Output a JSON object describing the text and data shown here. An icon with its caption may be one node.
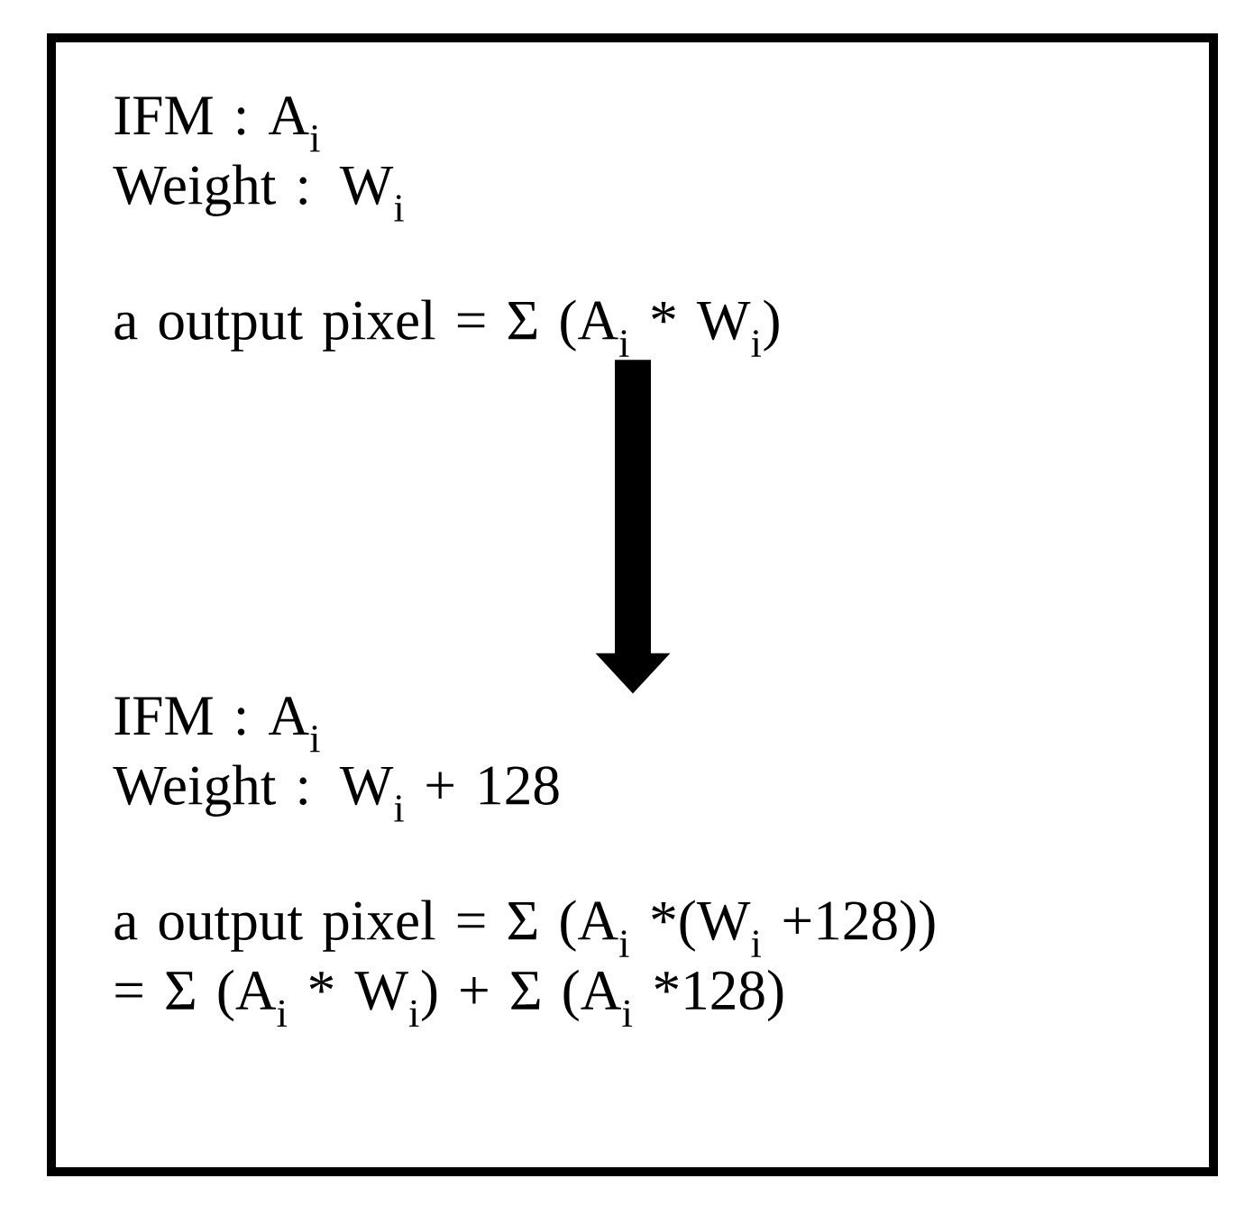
{
  "diagram": {
    "nodes": [
      {
        "text": [],
        "shape": "box"
      },
      {
        "text": [
          "IFM : A$_{i}$",
          "Weight : W$_{i}$",
          "a output pixel = Σ (A$_{i}$ * W$_{i}$)"
        ],
        "in": 0
      },
      {
        "text": [
          "IFM : A$_{i}$",
          "Weight : W$_{i}$ + 128",
          "a output pixel = Σ (A$_{i}$ *(W$_{i}$ +128)) = Σ (A$_{i}$ * W$_{i}$) + Σ (A$_{i}$ *128)"
        ],
        "in": 0
      }
    ],
    "edges": [
      {
        "from": 1,
        "to": 2,
        "arrow": "to"
      }
    ]
  }
}
